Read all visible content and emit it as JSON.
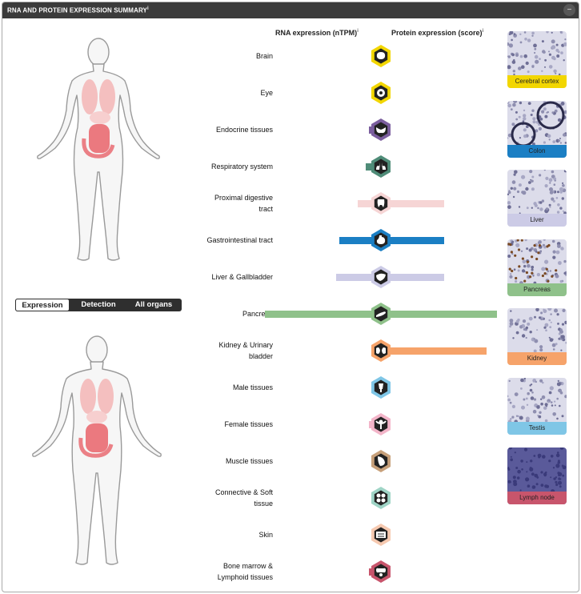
{
  "header": {
    "title": "RNA AND PROTEIN EXPRESSION SUMMARY",
    "info_mark": "i",
    "collapse_icon": "−"
  },
  "tabs": [
    {
      "label": "Expression",
      "active": true
    },
    {
      "label": "Detection",
      "active": false
    },
    {
      "label": "All organs",
      "active": false
    }
  ],
  "columns": {
    "rna": "RNA expression (nTPM)",
    "protein": "Protein expression (score)",
    "info_mark": "i"
  },
  "tissues": [
    {
      "label": "Brain",
      "color": "#f2d600",
      "icon": "brain-icon",
      "rna_level": 0,
      "protein_level": 0
    },
    {
      "label": "Eye",
      "color": "#f2d600",
      "icon": "eye-icon",
      "rna_level": 0,
      "protein_level": 0
    },
    {
      "label": "Endocrine tissues",
      "color": "#7b5e9e",
      "icon": "thyroid-icon",
      "rna_level": 0.02,
      "protein_level": 0
    },
    {
      "label": "Respiratory system",
      "color": "#4f8c78",
      "icon": "lungs-icon",
      "rna_level": 0.05,
      "protein_level": 0
    },
    {
      "label": "Proximal digestive tract",
      "color": "#f6d5d5",
      "icon": "tooth-icon",
      "rna_level": 0.13,
      "protein_level": 0.5
    },
    {
      "label": "Gastrointestinal tract",
      "color": "#1b7fc4",
      "icon": "stomach-icon",
      "rna_level": 0.3,
      "protein_level": 0.5
    },
    {
      "label": "Liver & Gallbladder",
      "color": "#cccbe6",
      "icon": "liver-icon",
      "rna_level": 0.33,
      "protein_level": 0.5
    },
    {
      "label": "Pancreas",
      "color": "#8fc18a",
      "icon": "pancreas-icon",
      "rna_level": 1.0,
      "protein_level": 1.0
    },
    {
      "label": "Kidney & Urinary bladder",
      "color": "#f6a36a",
      "icon": "kidney-icon",
      "rna_level": 0,
      "protein_level": 0.9
    },
    {
      "label": "Male tissues",
      "color": "#7fc6e6",
      "icon": "male-icon",
      "rna_level": 0,
      "protein_level": 0
    },
    {
      "label": "Female tissues",
      "color": "#f3b5c9",
      "icon": "female-icon",
      "rna_level": 0.02,
      "protein_level": 0
    },
    {
      "label": "Muscle tissues",
      "color": "#c7a07a",
      "icon": "muscle-icon",
      "rna_level": 0,
      "protein_level": 0
    },
    {
      "label": "Connective & Soft tissue",
      "color": "#9fd4c6",
      "icon": "cells-icon",
      "rna_level": 0,
      "protein_level": 0
    },
    {
      "label": "Skin",
      "color": "#f6c9b0",
      "icon": "skin-icon",
      "rna_level": 0,
      "protein_level": 0
    },
    {
      "label": "Bone marrow & Lymphoid tissues",
      "color": "#c8556c",
      "icon": "bone-marrow-icon",
      "rna_level": 0.02,
      "protein_level": 0
    }
  ],
  "thumbnails": [
    {
      "label": "Cerebral cortex",
      "color": "#f2d600"
    },
    {
      "label": "Colon",
      "color": "#1b7fc4"
    },
    {
      "label": "Liver",
      "color": "#cccbe6"
    },
    {
      "label": "Pancreas",
      "color": "#8fc18a"
    },
    {
      "label": "Kidney",
      "color": "#f6a36a"
    },
    {
      "label": "Testis",
      "color": "#7fc6e6"
    },
    {
      "label": "Lymph node",
      "color": "#c8556c"
    }
  ]
}
